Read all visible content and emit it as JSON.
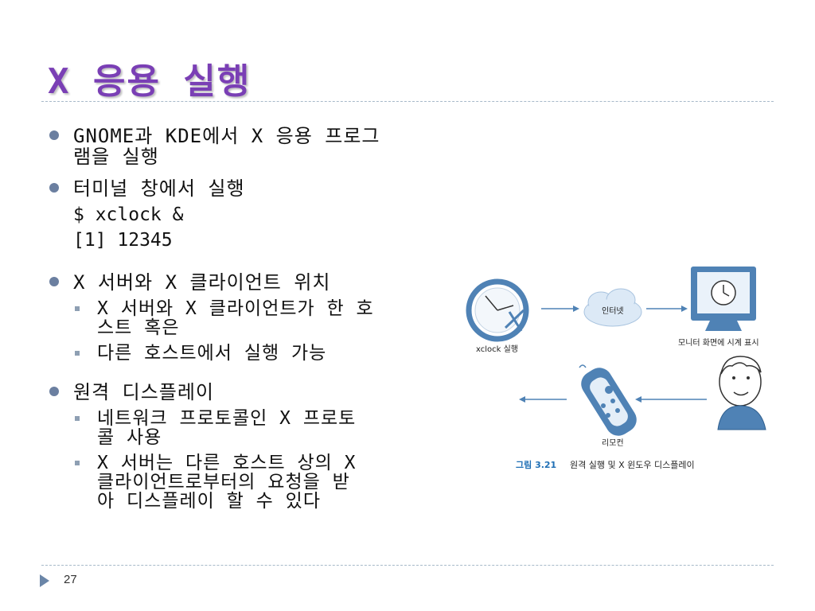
{
  "slide": {
    "title": "X 응용 실행",
    "page_number": "27"
  },
  "bullets": {
    "gnome_kde": "GNOME과 KDE에서 X 응용 프로그램을 실행",
    "gnome_kde_line1": "GNOME과 KDE에서 X 응용 프로그",
    "gnome_kde_line2": "램을 실행",
    "terminal": "터미널 창에서 실행",
    "code_line1": "$ xclock &",
    "code_line2": "[1] 12345",
    "position": "X 서버와 X 클라이언트 위치",
    "position_sub1_line1": "X 서버와 X 클라이언트가 한 호",
    "position_sub1_line2": "스트 혹은",
    "position_sub2": "다른 호스트에서 실행 가능",
    "remote": "원격 디스플레이",
    "remote_sub1_line1": "네트워크 프로토콜인 X 프로토",
    "remote_sub1_line2": "콜 사용",
    "remote_sub2_line1": "X 서버는 다른 호스트 상의 X",
    "remote_sub2_line2": "클라이언트로부터의 요청을 받",
    "remote_sub2_line3": "아 디스플레이 할 수 있다"
  },
  "figure": {
    "clock_label": "xclock 실행",
    "cloud_label": "인터넷",
    "monitor_label": "모니터 화면에 시계 표시",
    "remote_label": "리모컨",
    "caption_number": "그림 3.21",
    "caption_text": "원격 실행 및 X 윈도우 디스플레이"
  }
}
